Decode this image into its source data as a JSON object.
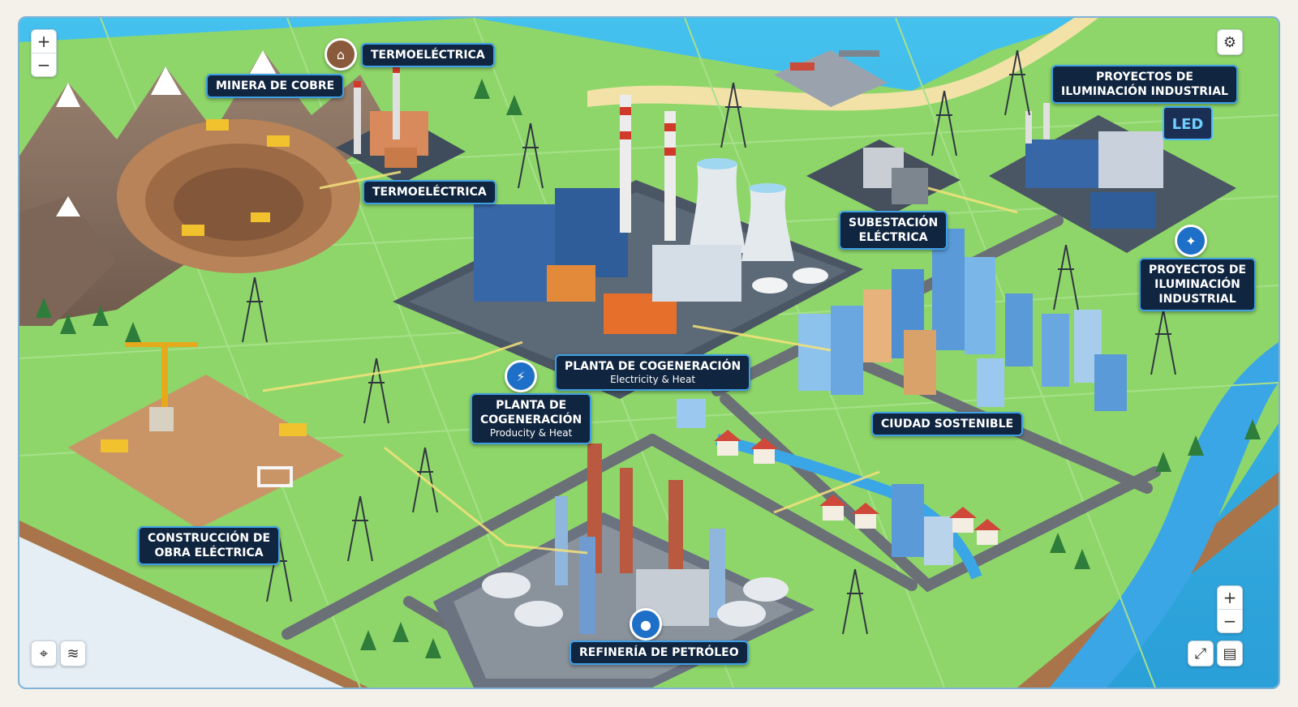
{
  "labels": {
    "termo_top": "TERMOELÉCTRICA",
    "minera": "MINERA DE COBRE",
    "termo_mid": "TERMOELÉCTRICA",
    "subestacion": "SUBESTACIÓN\nELÉCTRICA",
    "proyectos_top": "PROYECTOS DE\nILUMINACIÓN INDUSTRIAL",
    "proyectos_right": "PROYECTOS DE\nILUMINACIÓN\nINDUSTRIAL",
    "planta_center_title": "PLANTA DE COGENERACIÓN",
    "planta_center_sub": "Electricity & Heat",
    "planta_left_title": "PLANTA DE\nCOGENERACIÓN",
    "planta_left_sub": "Producity & Heat",
    "ciudad": "CIUDAD SOSTENIBLE",
    "construccion": "CONSTRUCCIÓN DE\nOBRA ELÉCTRICA",
    "refineria": "REFINERÍA DE PETRÓLEO",
    "led_sign": "LED"
  },
  "controls": {
    "zoom_in": "+",
    "zoom_out": "−"
  },
  "icons": {
    "termo_pin": "factory-icon",
    "planta_pin": "power-plug-icon",
    "refineria_pin": "oil-drop-icon",
    "proyectos_pin": "lightbulb-icon",
    "settings": "gear-icon",
    "layers": "layers-icon",
    "locate": "crosshair-icon",
    "fullscreen": "fullscreen-icon"
  },
  "colors": {
    "land": "#8fd66a",
    "sea": "#3fb6e8",
    "river": "#3aa6e6",
    "road": "#6b7077",
    "label_bg": "#10253f",
    "label_border": "#3fa0e6"
  }
}
